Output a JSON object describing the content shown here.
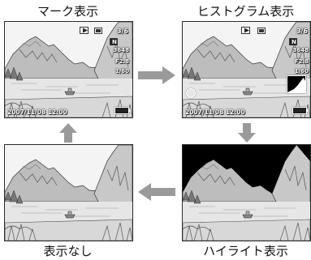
{
  "captions": {
    "top_left": "マーク表示",
    "top_right": "ヒストグラム表示",
    "bottom_left": "表示なし",
    "bottom_right": "ハイライト表示"
  },
  "osd": {
    "play_icon": "play-mode-icon",
    "sd_icon": "sd-card-icon",
    "counter": "3/6",
    "quality": "N",
    "size_label": "3648",
    "ev": "F2.8",
    "shutter": "1/60",
    "date": "2007/11/08 12:00",
    "battery_icon": "battery-icon"
  }
}
